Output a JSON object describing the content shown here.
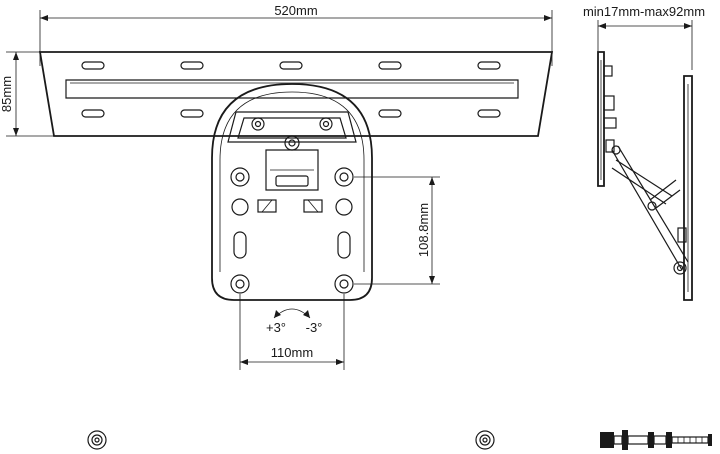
{
  "dimensions": {
    "width_label": "520mm",
    "height_label": "85mm",
    "depth_label": "min17mm-max92mm",
    "vertical_spacing_label": "108.8mm",
    "horizontal_spacing_label": "110mm",
    "tilt_plus_label": "+3°",
    "tilt_minus_label": "-3°"
  }
}
